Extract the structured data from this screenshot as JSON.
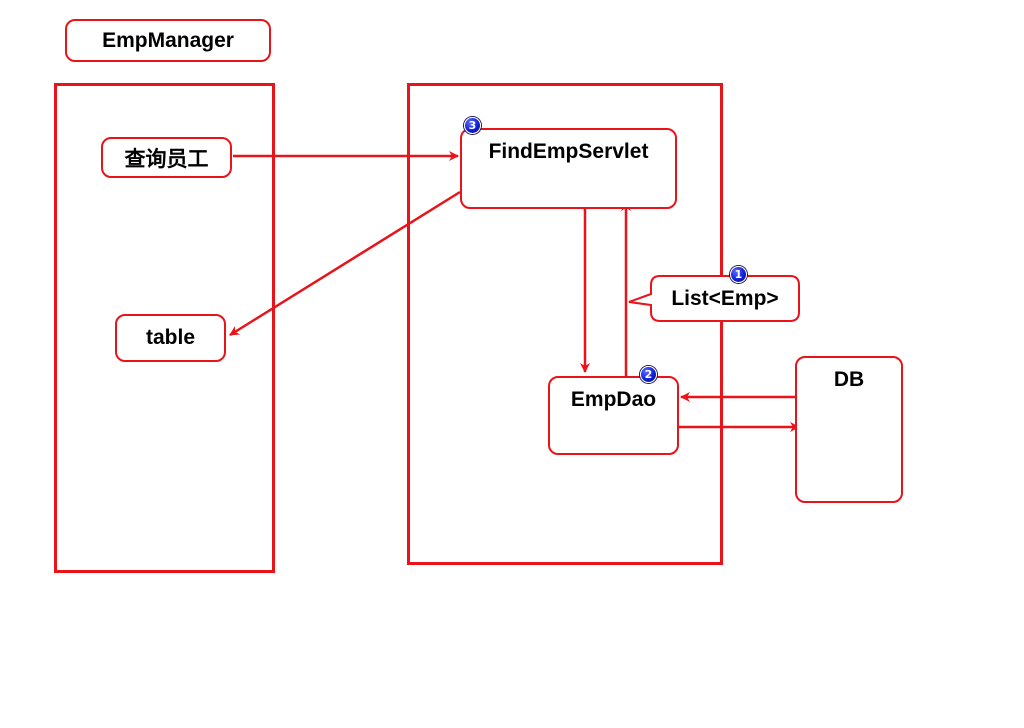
{
  "title": "EmpManager",
  "nodes": {
    "query_employees": "查询员工",
    "table": "table",
    "find_emp_servlet": "FindEmpServlet",
    "emp_dao": "EmpDao",
    "db": "DB"
  },
  "callout": {
    "label": "List<Emp>"
  },
  "badges": {
    "one": "1",
    "two": "2",
    "three": "3"
  },
  "colors": {
    "accent": "#e8141a",
    "badge": "#1020d8",
    "background": "#ffffff"
  }
}
